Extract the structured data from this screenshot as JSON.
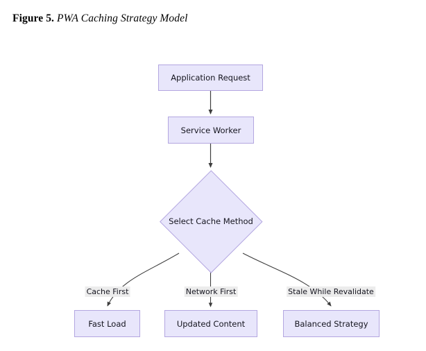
{
  "figure": {
    "label": "Figure 5.",
    "title": "PWA Caching Strategy Model"
  },
  "theme": {
    "page_background": "#ffffff",
    "node_fill": "#e8e6fb",
    "node_border": "#b3a6e0",
    "edge_stroke": "#3d3d3d",
    "edge_label_background": "#ececec",
    "text_color": "#14141e"
  },
  "diagram": {
    "type": "flowchart",
    "nodes": [
      {
        "id": "application-request",
        "label": "Application Request",
        "shape": "rectangle"
      },
      {
        "id": "service-worker",
        "label": "Service Worker",
        "shape": "rectangle"
      },
      {
        "id": "select-cache-method",
        "label": "Select Cache Method",
        "shape": "diamond"
      },
      {
        "id": "fast-load",
        "label": "Fast Load",
        "shape": "rectangle"
      },
      {
        "id": "updated-content",
        "label": "Updated Content",
        "shape": "rectangle"
      },
      {
        "id": "balanced-strategy",
        "label": "Balanced Strategy",
        "shape": "rectangle"
      }
    ],
    "edges": [
      {
        "from": "application-request",
        "to": "service-worker",
        "label": ""
      },
      {
        "from": "service-worker",
        "to": "select-cache-method",
        "label": ""
      },
      {
        "from": "select-cache-method",
        "to": "fast-load",
        "label": "Cache First"
      },
      {
        "from": "select-cache-method",
        "to": "updated-content",
        "label": "Network First"
      },
      {
        "from": "select-cache-method",
        "to": "balanced-strategy",
        "label": "Stale While Revalidate"
      }
    ],
    "edge_labels": {
      "cache_first": "Cache First",
      "network_first": "Network First",
      "stale_while_revalidate": "Stale While Revalidate"
    }
  }
}
